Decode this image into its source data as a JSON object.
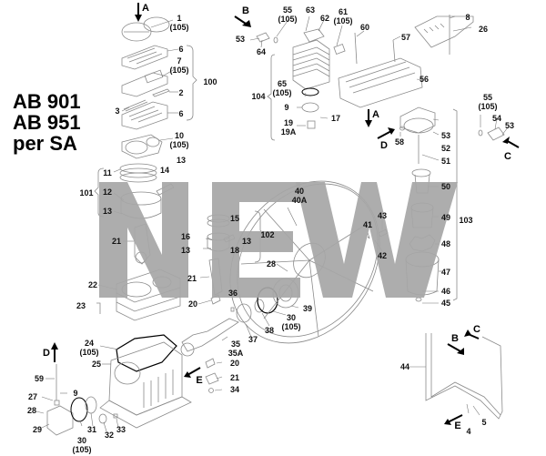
{
  "title": {
    "lines": [
      "AB 901",
      "AB 951",
      "per SA"
    ]
  },
  "watermark": {
    "text": "NEW",
    "color": "#a6a6a6"
  },
  "colors": {
    "line": "#8a8a8a",
    "label": "#111111",
    "arrow": "#000000",
    "background": "#ffffff"
  },
  "direction_arrows": [
    {
      "id": "A-top",
      "letter": "A"
    },
    {
      "id": "B-top",
      "letter": "B"
    },
    {
      "id": "A-mid",
      "letter": "A"
    },
    {
      "id": "D-right",
      "letter": "D"
    },
    {
      "id": "C-right",
      "letter": "C"
    },
    {
      "id": "D-left",
      "letter": "D"
    },
    {
      "id": "E-mid",
      "letter": "E"
    },
    {
      "id": "B-pipe",
      "letter": "B"
    },
    {
      "id": "C-pipe",
      "letter": "C"
    },
    {
      "id": "E-pipe",
      "letter": "E"
    }
  ],
  "part_labels": [
    {
      "num": "1",
      "sub": "(105)"
    },
    {
      "num": "6",
      "sub": ""
    },
    {
      "num": "7",
      "sub": "(105)"
    },
    {
      "num": "2",
      "sub": ""
    },
    {
      "num": "3",
      "sub": ""
    },
    {
      "num": "6",
      "sub": ""
    },
    {
      "num": "10",
      "sub": "(105)"
    },
    {
      "num": "100",
      "sub": ""
    },
    {
      "num": "11",
      "sub": ""
    },
    {
      "num": "14",
      "sub": ""
    },
    {
      "num": "13",
      "sub": ""
    },
    {
      "num": "101",
      "sub": ""
    },
    {
      "num": "12",
      "sub": ""
    },
    {
      "num": "13",
      "sub": ""
    },
    {
      "num": "21",
      "sub": ""
    },
    {
      "num": "15",
      "sub": ""
    },
    {
      "num": "16",
      "sub": ""
    },
    {
      "num": "13",
      "sub": ""
    },
    {
      "num": "18",
      "sub": ""
    },
    {
      "num": "13",
      "sub": ""
    },
    {
      "num": "102",
      "sub": ""
    },
    {
      "num": "21",
      "sub": ""
    },
    {
      "num": "22",
      "sub": ""
    },
    {
      "num": "23",
      "sub": ""
    },
    {
      "num": "20",
      "sub": ""
    },
    {
      "num": "36",
      "sub": ""
    },
    {
      "num": "24",
      "sub": "(105)"
    },
    {
      "num": "25",
      "sub": ""
    },
    {
      "num": "35",
      "sub": "35A"
    },
    {
      "num": "20",
      "sub": ""
    },
    {
      "num": "21",
      "sub": ""
    },
    {
      "num": "34",
      "sub": ""
    },
    {
      "num": "37",
      "sub": ""
    },
    {
      "num": "38",
      "sub": ""
    },
    {
      "num": "30",
      "sub": "(105)"
    },
    {
      "num": "39",
      "sub": ""
    },
    {
      "num": "28",
      "sub": ""
    },
    {
      "num": "40",
      "sub": "40A"
    },
    {
      "num": "41",
      "sub": ""
    },
    {
      "num": "43",
      "sub": ""
    },
    {
      "num": "42",
      "sub": ""
    },
    {
      "num": "53",
      "sub": ""
    },
    {
      "num": "55",
      "sub": "(105)"
    },
    {
      "num": "64",
      "sub": ""
    },
    {
      "num": "63",
      "sub": ""
    },
    {
      "num": "62",
      "sub": ""
    },
    {
      "num": "61",
      "sub": "(105)"
    },
    {
      "num": "60",
      "sub": ""
    },
    {
      "num": "104",
      "sub": ""
    },
    {
      "num": "65",
      "sub": "(105)"
    },
    {
      "num": "9",
      "sub": ""
    },
    {
      "num": "17",
      "sub": ""
    },
    {
      "num": "19",
      "sub": "19A"
    },
    {
      "num": "57",
      "sub": ""
    },
    {
      "num": "56",
      "sub": ""
    },
    {
      "num": "8",
      "sub": ""
    },
    {
      "num": "26",
      "sub": ""
    },
    {
      "num": "55",
      "sub": "(105)"
    },
    {
      "num": "54",
      "sub": ""
    },
    {
      "num": "53",
      "sub": ""
    },
    {
      "num": "58",
      "sub": ""
    },
    {
      "num": "53",
      "sub": ""
    },
    {
      "num": "52",
      "sub": ""
    },
    {
      "num": "51",
      "sub": ""
    },
    {
      "num": "50",
      "sub": ""
    },
    {
      "num": "49",
      "sub": ""
    },
    {
      "num": "48",
      "sub": ""
    },
    {
      "num": "47",
      "sub": ""
    },
    {
      "num": "46",
      "sub": ""
    },
    {
      "num": "45",
      "sub": ""
    },
    {
      "num": "103",
      "sub": ""
    },
    {
      "num": "44",
      "sub": ""
    },
    {
      "num": "4",
      "sub": ""
    },
    {
      "num": "5",
      "sub": ""
    },
    {
      "num": "59",
      "sub": ""
    },
    {
      "num": "27",
      "sub": ""
    },
    {
      "num": "9",
      "sub": ""
    },
    {
      "num": "28",
      "sub": ""
    },
    {
      "num": "29",
      "sub": ""
    },
    {
      "num": "30",
      "sub": "(105)"
    },
    {
      "num": "31",
      "sub": ""
    },
    {
      "num": "32",
      "sub": ""
    },
    {
      "num": "33",
      "sub": ""
    }
  ]
}
